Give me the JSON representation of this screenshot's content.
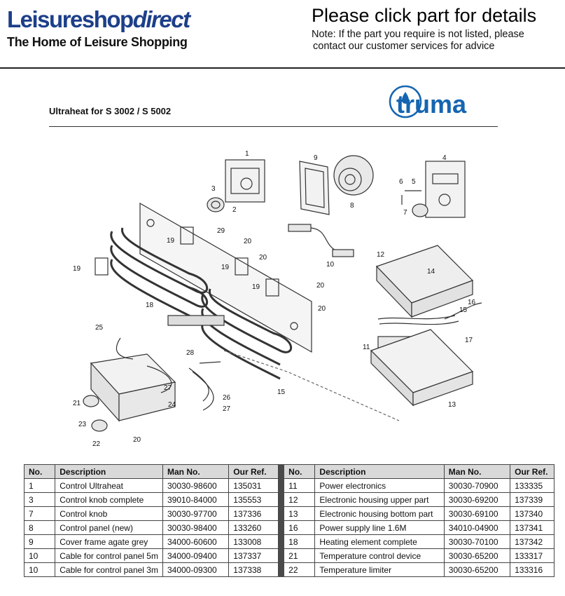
{
  "header": {
    "brand_main": "Leisureshop",
    "brand_accent": "direct",
    "brand_tagline": "The Home of Leisure Shopping",
    "cta_title": "Please click part for details",
    "cta_note_line1": "Note: If the part you require is not listed, please",
    "cta_note_line2": "contact our customer services for advice"
  },
  "diagram": {
    "title": "Ultraheat for S 3002 / S 5002",
    "logo_text": "truma",
    "callouts": [
      {
        "id": "c1",
        "label": "1"
      },
      {
        "id": "c2",
        "label": "2"
      },
      {
        "id": "c3",
        "label": "3"
      },
      {
        "id": "c4",
        "label": "4"
      },
      {
        "id": "c5",
        "label": "5"
      },
      {
        "id": "c6",
        "label": "6"
      },
      {
        "id": "c7",
        "label": "7"
      },
      {
        "id": "c8",
        "label": "8"
      },
      {
        "id": "c9",
        "label": "9"
      },
      {
        "id": "c10",
        "label": "10"
      },
      {
        "id": "c11",
        "label": "11"
      },
      {
        "id": "c12",
        "label": "12"
      },
      {
        "id": "c13",
        "label": "13"
      },
      {
        "id": "c14",
        "label": "14"
      },
      {
        "id": "c15a",
        "label": "15"
      },
      {
        "id": "c15b",
        "label": "15"
      },
      {
        "id": "c16",
        "label": "16"
      },
      {
        "id": "c17",
        "label": "17"
      },
      {
        "id": "c18",
        "label": "18"
      },
      {
        "id": "c19a",
        "label": "19"
      },
      {
        "id": "c19b",
        "label": "19"
      },
      {
        "id": "c19c",
        "label": "19"
      },
      {
        "id": "c19d",
        "label": "19"
      },
      {
        "id": "c20a",
        "label": "20"
      },
      {
        "id": "c20b",
        "label": "20"
      },
      {
        "id": "c20c",
        "label": "20"
      },
      {
        "id": "c20d",
        "label": "20"
      },
      {
        "id": "c20e",
        "label": "20"
      },
      {
        "id": "c21",
        "label": "21"
      },
      {
        "id": "c22",
        "label": "22"
      },
      {
        "id": "c23",
        "label": "23"
      },
      {
        "id": "c24",
        "label": "24"
      },
      {
        "id": "c25",
        "label": "25"
      },
      {
        "id": "c26",
        "label": "26"
      },
      {
        "id": "c27a",
        "label": "27"
      },
      {
        "id": "c27b",
        "label": "27"
      },
      {
        "id": "c28",
        "label": "28"
      },
      {
        "id": "c29",
        "label": "29"
      }
    ]
  },
  "table": {
    "headers": [
      "No.",
      "Description",
      "Man No.",
      "Our Ref.",
      "No.",
      "Description",
      "Man No.",
      "Our Ref."
    ],
    "rows": [
      [
        "1",
        "Control Ultraheat",
        "30030-98600",
        "135031",
        "11",
        "Power electronics",
        "30030-70900",
        "133335"
      ],
      [
        "3",
        "Control knob complete",
        "39010-84000",
        "135553",
        "12",
        "Electronic housing upper part",
        "30030-69200",
        "137339"
      ],
      [
        "7",
        "Control knob",
        "30030-97700",
        "137336",
        "13",
        "Electronic housing bottom part",
        "30030-69100",
        "137340"
      ],
      [
        "8",
        "Control panel (new)",
        "30030-98400",
        "133260",
        "16",
        "Power supply line 1.6M",
        "34010-04900",
        "137341"
      ],
      [
        "9",
        "Cover frame agate grey",
        "34000-60600",
        "133008",
        "18",
        "Heating element complete",
        "30030-70100",
        "137342"
      ],
      [
        "10",
        "Cable for control panel 5m",
        "34000-09400",
        "137337",
        "21",
        "Temperature control device",
        "30030-65200",
        "133317"
      ],
      [
        "10",
        "Cable for control panel 3m",
        "34000-09300",
        "137338",
        "22",
        "Temperature limiter",
        "30030-65200",
        "133316"
      ]
    ]
  },
  "colors": {
    "brand_blue": "#1d3f8a",
    "truma_blue": "#1565b0",
    "table_header_bg": "#d9d9d9",
    "table_divider": "#4a4a4a"
  }
}
